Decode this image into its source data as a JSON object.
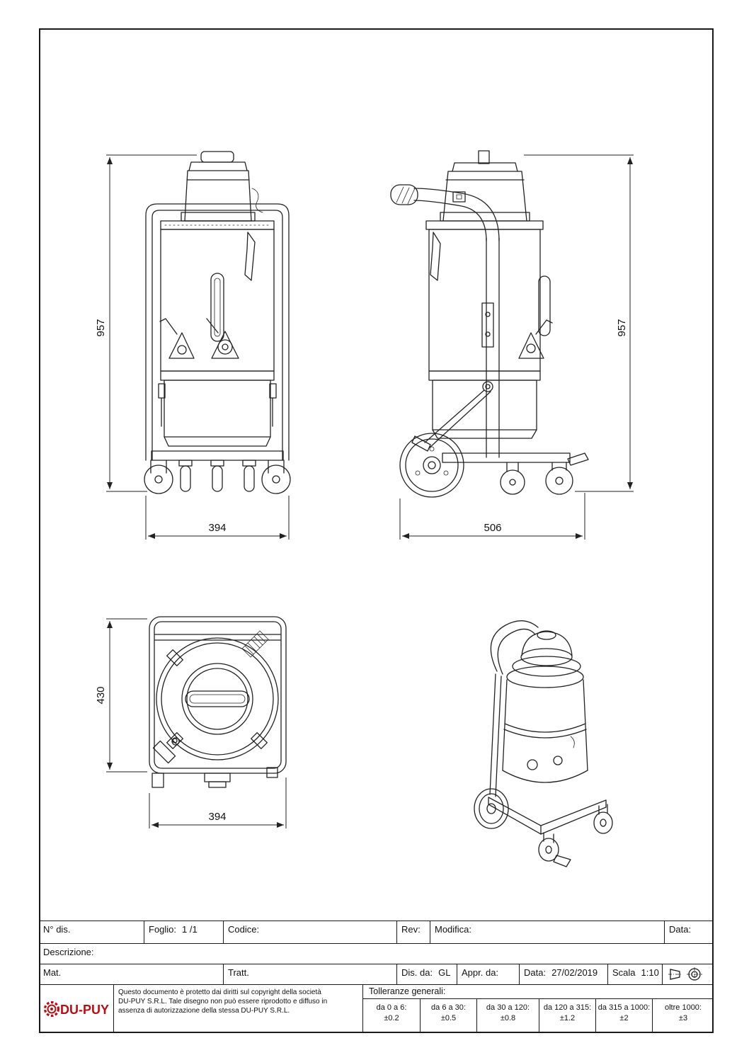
{
  "dimensions": {
    "front_height": "957",
    "front_width": "394",
    "side_height": "957",
    "side_width": "506",
    "top_height": "430",
    "top_width": "394"
  },
  "title_block": {
    "n_dis": "N° dis.",
    "foglio_label": "Foglio:",
    "foglio_value": "1 /1",
    "codice": "Codice:",
    "rev": "Rev:",
    "modifica": "Modifica:",
    "data1": "Data:",
    "descrizione": "Descrizione:",
    "mat": "Mat.",
    "tratt": "Tratt.",
    "dis_da_label": "Dis. da:",
    "dis_da_value": "GL",
    "appr_da": "Appr. da:",
    "data2_label": "Data:",
    "data2_value": "27/02/2019",
    "scala_label": "Scala",
    "scala_value": "1:10"
  },
  "footer": {
    "logo": "DU-PUY",
    "copyright_l1": "Questo documento è protetto dai diritti sul copyright della società",
    "copyright_l2": "DU-PUY S.R.L. Tale disegno non può essere riprodotto e diffuso in",
    "copyright_l3": "assenza di autorizzazione della stessa DU-PUY S.R.L.",
    "tolleranze": "Tolleranze generali:",
    "tol": [
      {
        "range": "da 0 a 6:",
        "value": "±0.2"
      },
      {
        "range": "da 6 a 30:",
        "value": "±0.5"
      },
      {
        "range": "da 30 a 120:",
        "value": "±0.8"
      },
      {
        "range": "da 120 a 315:",
        "value": "±1.2"
      },
      {
        "range": "da 315 a 1000:",
        "value": "±2"
      },
      {
        "range": "oltre 1000:",
        "value": "±3"
      }
    ]
  },
  "colors": {
    "line": "#222222",
    "logo_red": "#b01217"
  }
}
